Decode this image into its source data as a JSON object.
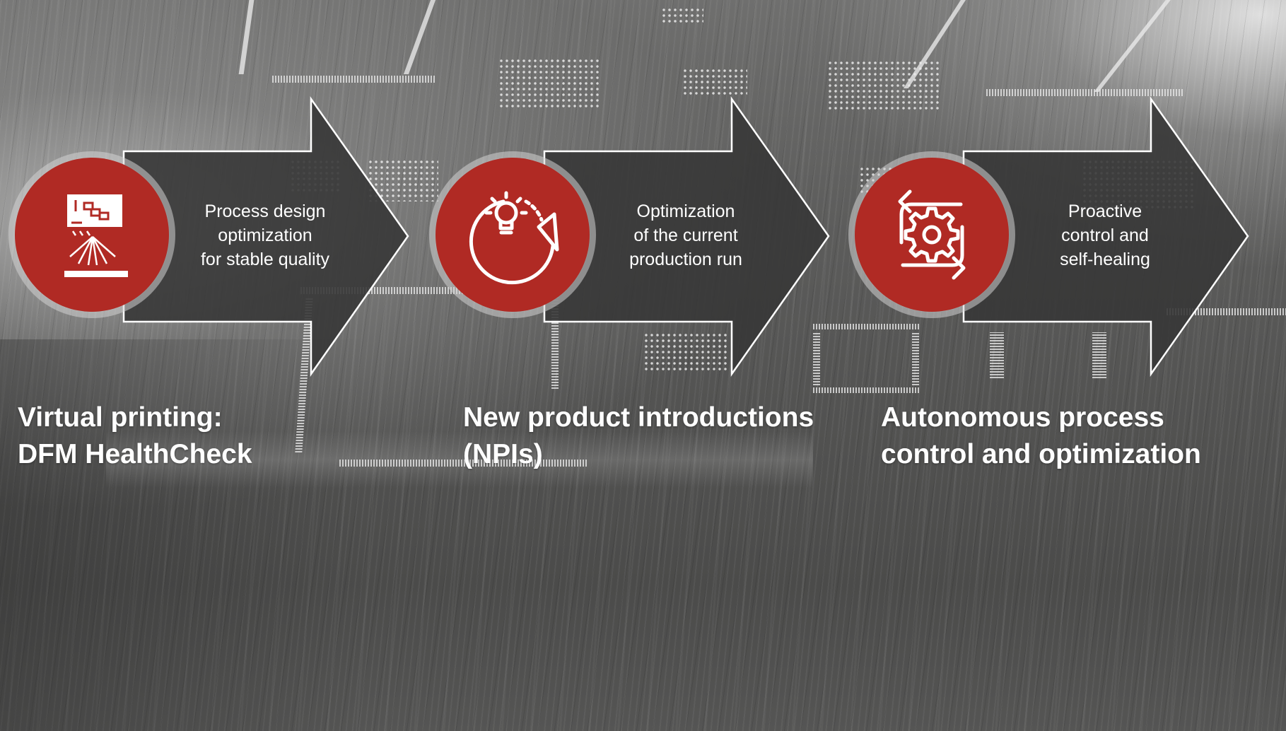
{
  "colors": {
    "accent_red": "#b02a24",
    "arrow_fill": "#3b3b3b",
    "arrow_stroke": "#ffffff",
    "text": "#ffffff"
  },
  "steps": [
    {
      "icon": "laser-board-icon",
      "description_lines": [
        "Process design",
        "optimization",
        "for stable quality"
      ],
      "title_lines": [
        "Virtual printing:",
        "DFM HealthCheck"
      ]
    },
    {
      "icon": "lightbulb-cycle-icon",
      "description_lines": [
        "Optimization",
        "of the current",
        "production run"
      ],
      "title_lines": [
        "New product introductions",
        "(NPIs)"
      ]
    },
    {
      "icon": "gear-arrows-icon",
      "description_lines": [
        "Proactive",
        "control and",
        "self-healing"
      ],
      "title_lines": [
        "Autonomous process",
        "control and optimization"
      ]
    }
  ]
}
